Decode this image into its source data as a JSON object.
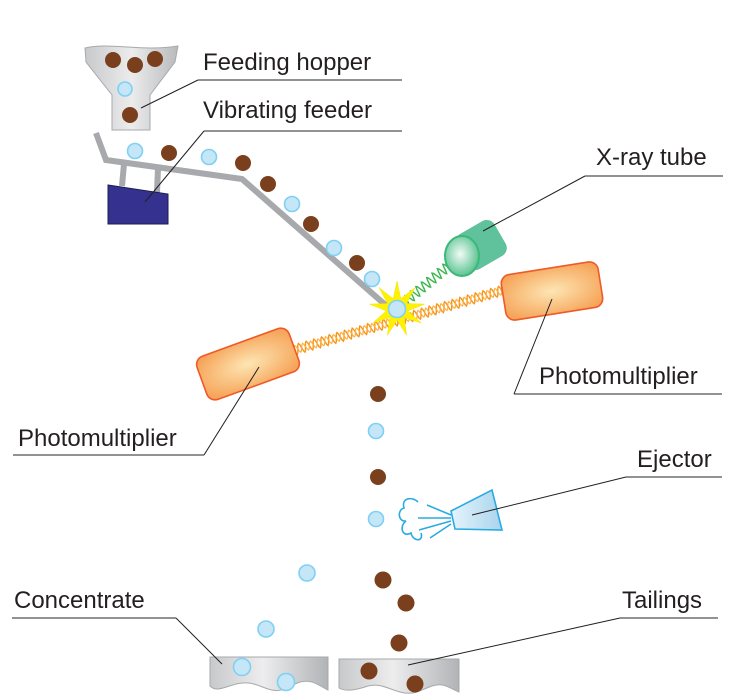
{
  "title": "X-ray transmission ore sorting process",
  "labels": {
    "feeding_hopper": "Feeding hopper",
    "vibrating_feeder": "Vibrating feeder",
    "xray_tube": "X-ray tube",
    "photomultiplier_right": "Photomultiplier",
    "photomultiplier_left": "Photomultiplier",
    "ejector": "Ejector",
    "concentrate": "Concentrate",
    "tailings": "Tailings"
  },
  "legend_semantics": {
    "light_blue_particle": "mineral (concentrate)",
    "brown_particle": "waste (tailings)"
  },
  "colors": {
    "brown_particle": "#7a3f1c",
    "blue_particle_fill": "#c5e6f7",
    "blue_particle_stroke": "#7fd0f2",
    "feeder_body": "#35318f",
    "chute_gray": "#a7a9ac",
    "xray_tube_green": "#5fc29d",
    "photomultiplier_orange": "#f6a55a",
    "photomultiplier_border": "#ef5a28",
    "ejector_blue": "#29abe2",
    "flash_yellow": "#fff200"
  }
}
